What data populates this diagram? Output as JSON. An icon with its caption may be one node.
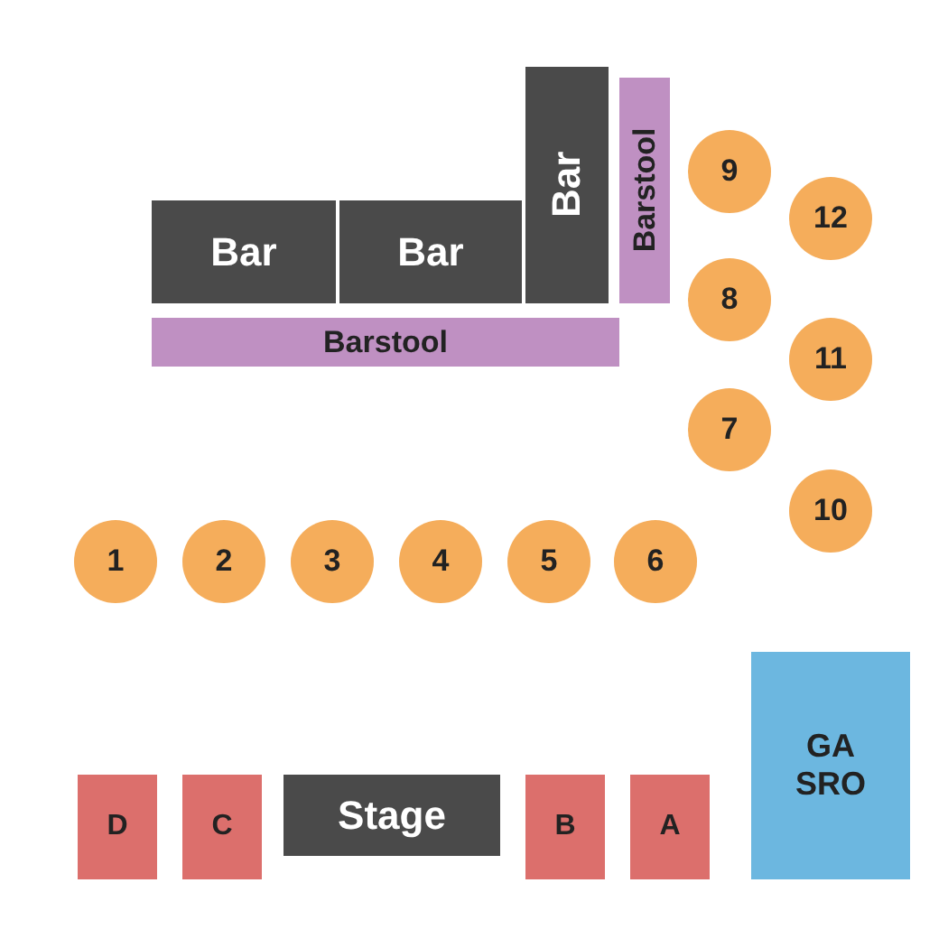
{
  "diagram": {
    "nodes": [
      {
        "text": [
          "Bar"
        ]
      },
      {
        "text": [
          "Bar"
        ]
      },
      {
        "text": [
          "Bar"
        ]
      },
      {
        "text": [
          "Barstool"
        ]
      },
      {
        "text": [
          "9"
        ]
      },
      {
        "text": [
          "12"
        ]
      },
      {
        "text": [
          "Barstool"
        ]
      },
      {
        "text": [
          "8"
        ]
      },
      {
        "text": [
          "11"
        ]
      },
      {
        "text": [
          "7"
        ]
      },
      {
        "text": [
          "10"
        ]
      },
      {
        "text": [
          "1"
        ]
      },
      {
        "text": [
          "2"
        ]
      },
      {
        "text": [
          "3"
        ]
      },
      {
        "text": [
          "4"
        ]
      },
      {
        "text": [
          "5"
        ]
      },
      {
        "text": [
          "6"
        ]
      },
      {
        "text": [
          "GA SRO"
        ]
      },
      {
        "text": [
          "D"
        ]
      },
      {
        "text": [
          "C"
        ]
      },
      {
        "text": [
          "Stage"
        ]
      },
      {
        "text": [
          "B"
        ]
      },
      {
        "text": [
          "A"
        ]
      }
    ]
  }
}
